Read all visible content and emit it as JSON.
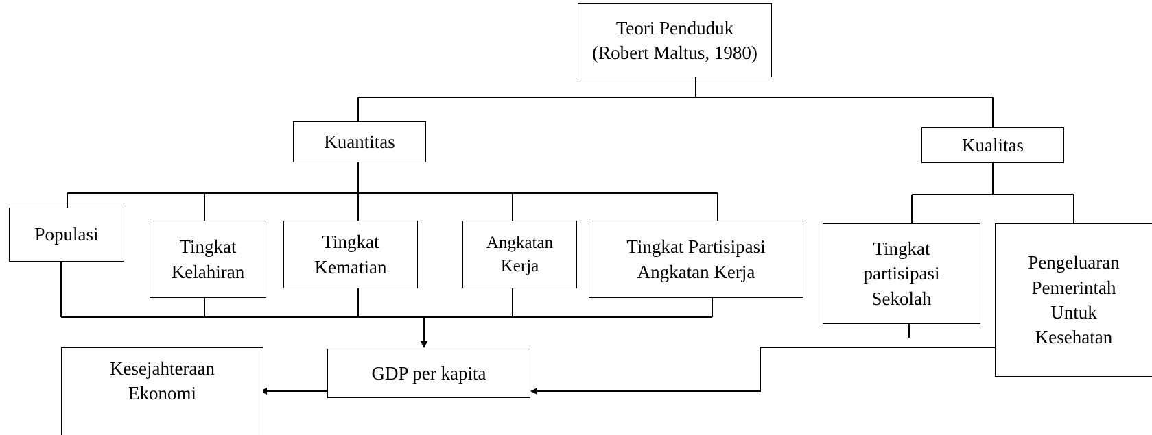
{
  "nodes": {
    "root": "Teori Penduduk\n(Robert Maltus, 1980)",
    "kuantitas": "Kuantitas",
    "kualitas": "Kualitas",
    "populasi": "Populasi",
    "tingkat_kelahiran": "Tingkat\nKelahiran",
    "tingkat_kematian": "Tingkat\nKematian",
    "angkatan_kerja": "Angkatan\nKerja",
    "tpak": "Tingkat Partisipasi\nAngkatan Kerja",
    "tingkat_partisipasi_sekolah": "Tingkat\npartisipasi\nSekolah",
    "pengeluaran_pemerintah": "Pengeluaran\nPemerintah\nUntuk\nKesehatan",
    "gdp": "GDP per kapita",
    "kesejahteraan": "Kesejahteraan\nEkonomi"
  },
  "colors": {
    "line": "#000000",
    "box_border": "#000000",
    "background": "#ffffff",
    "text": "#000000"
  }
}
